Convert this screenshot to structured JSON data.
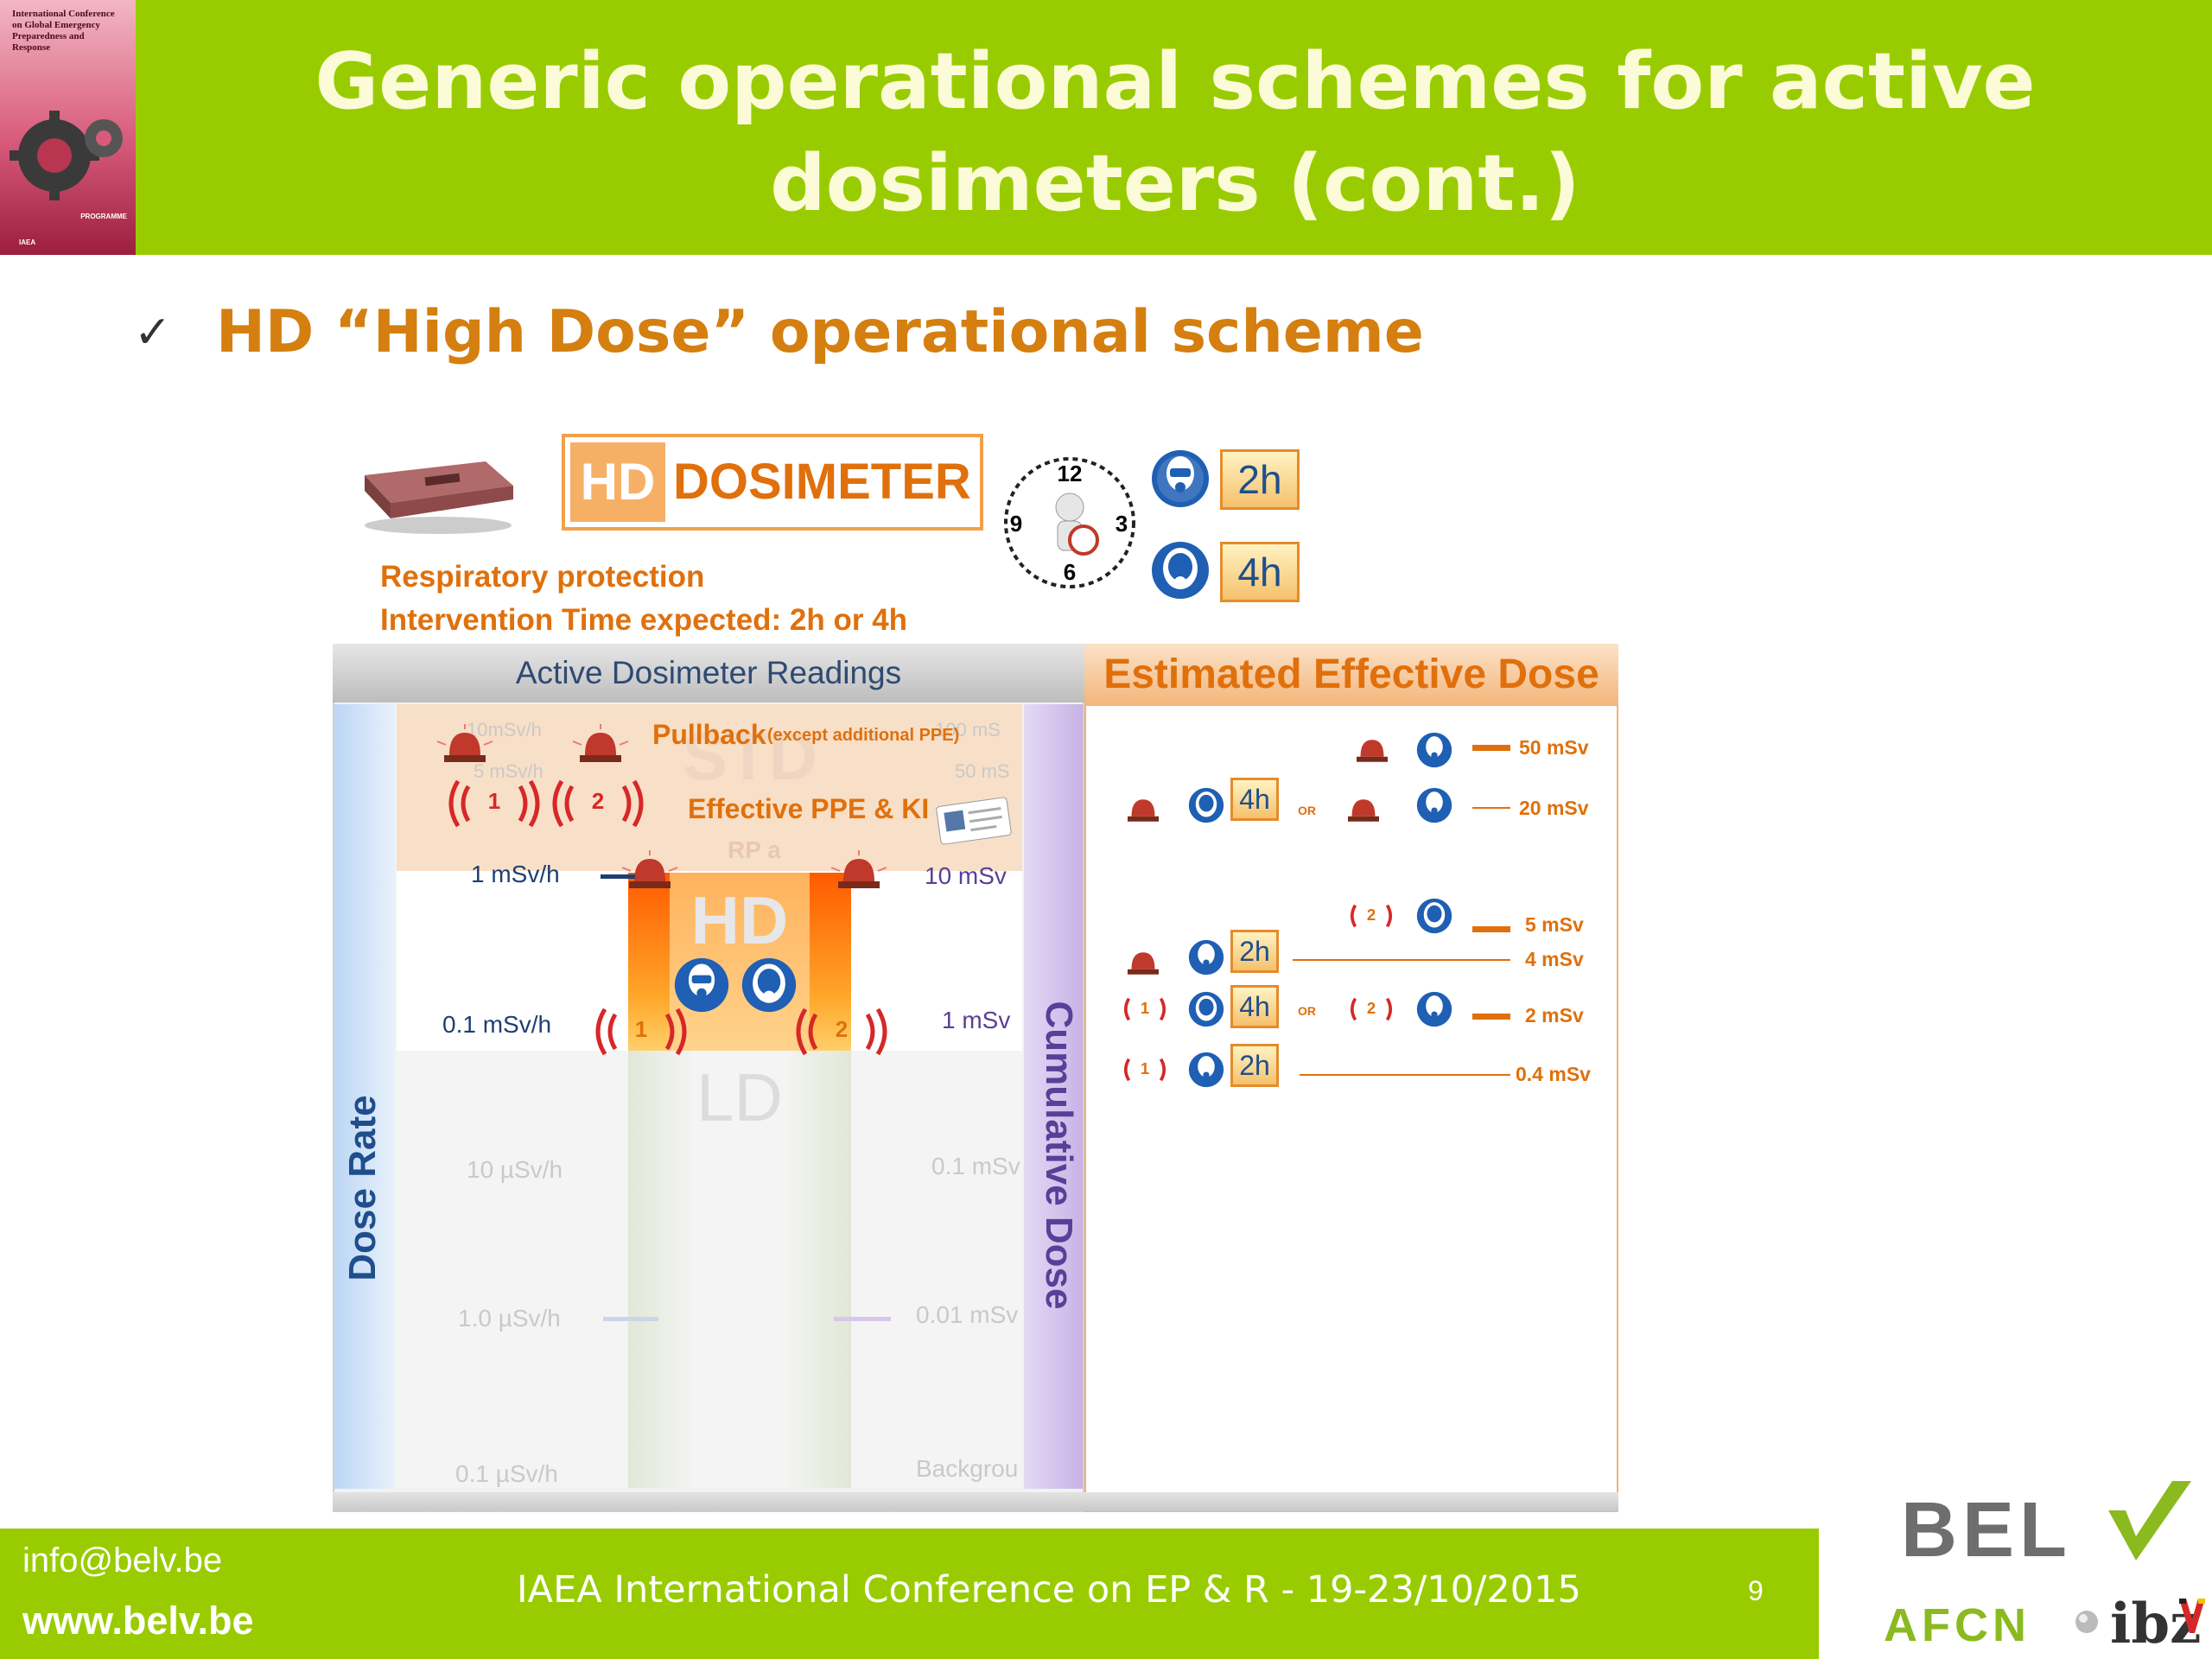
{
  "header": {
    "title_line1": "Generic operational schemes for active",
    "title_line2": "dosimeters (cont.)"
  },
  "cover": {
    "title": "International Conference on Global Emergency Preparedness and Response",
    "programme": "PROGRAMME",
    "org": "IAEA"
  },
  "subtitle": "HD “High Dose” operational scheme",
  "diagram": {
    "dosimeter_tag": "HD",
    "dosimeter_label": "DOSIMETER",
    "respiratory": "Respiratory protection",
    "intervention_time": "Intervention Time expected: 2h or 4h",
    "time_a": "2h",
    "time_b": "4h",
    "left_header": "Active Dosimeter Readings",
    "right_header": "Estimated Effective Dose",
    "dose_rate_axis": "Dose Rate",
    "cumulative_axis": "Cumulative Dose",
    "zone_hd": "HD",
    "zone_ld": "LD",
    "zone_std": "STD",
    "zone_rp": "RP a",
    "pullback": "Pullback",
    "pullback_note": "(except additional PPE)",
    "effective_ppe": "Effective PPE & KI",
    "rate_1": "1 mSv/h",
    "rate_01": "0.1 mSv/h",
    "rate_10u": "10 µSv/h",
    "rate_1u": "1.0 µSv/h",
    "rate_01u": "0.1 µSv/h",
    "rate_5faded": "5 mSv/h",
    "rate_10faded": "10mSv/h",
    "cum_10": "10 mSv",
    "cum_1": "1 mSv",
    "cum_01": "0.1 mSv",
    "cum_001": "0.01 mSv",
    "cum_bg": "Backgrou",
    "cum_50faded": "50 mS",
    "cum_100faded": "100 mS",
    "alarm_1": "1",
    "alarm_2": "2",
    "doses": [
      "50 mSv",
      "20 mSv",
      "5 mSv",
      "4 mSv",
      "2 mSv",
      "0.4 mSv"
    ],
    "or_label": "OR",
    "box_4h": "4h",
    "box_2h": "2h"
  },
  "footer": {
    "email": "info@belv.be",
    "website": "www.belv.be",
    "conference": "IAEA International Conference on EP & R - 19-23/10/2015",
    "page": "9",
    "logo_belv": "BEL",
    "logo_afcn": "AFCN",
    "logo_ibz": "ibz"
  },
  "colors": {
    "brand_green": "#99cc00",
    "accent_orange": "#e0700c",
    "title_cream": "#fbfbd8",
    "dose_blue": "#1f4e8c",
    "cumulative_purple": "#5a3f98"
  }
}
